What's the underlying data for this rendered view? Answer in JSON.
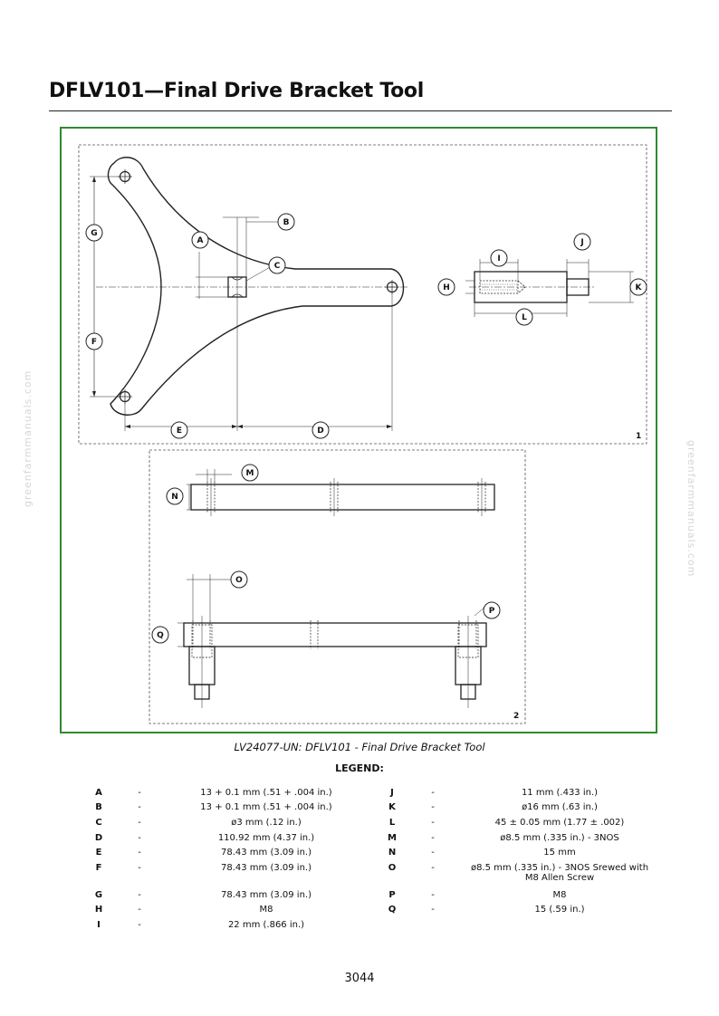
{
  "title": "DFLV101—Final Drive Bracket Tool",
  "watermark": "greenfarmmanuals.com",
  "figure": {
    "panel1_number": "1",
    "panel2_number": "2",
    "callouts": {
      "A": "A",
      "B": "B",
      "C": "C",
      "D": "D",
      "E": "E",
      "F": "F",
      "G": "G",
      "H": "H",
      "I": "I",
      "J": "J",
      "K": "K",
      "L": "L",
      "M": "M",
      "N": "N",
      "O": "O",
      "P": "P",
      "Q": "Q"
    }
  },
  "caption": "LV24077-UN: DFLV101 - Final Drive Bracket Tool",
  "legend": {
    "title": "LEGEND:",
    "dash": "-",
    "left": [
      {
        "key": "A",
        "value": "13 + 0.1 mm (.51 + .004 in.)"
      },
      {
        "key": "B",
        "value": "13 + 0.1 mm (.51 + .004 in.)"
      },
      {
        "key": "C",
        "value": "ø3 mm (.12 in.)"
      },
      {
        "key": "D",
        "value": "110.92 mm (4.37 in.)"
      },
      {
        "key": "E",
        "value": "78.43 mm (3.09 in.)"
      },
      {
        "key": "F",
        "value": "78.43 mm (3.09 in.)"
      },
      {
        "key": "G",
        "value": "78.43 mm (3.09 in.)"
      },
      {
        "key": "H",
        "value": "M8"
      },
      {
        "key": "I",
        "value": "22 mm (.866 in.)"
      }
    ],
    "right": [
      {
        "key": "J",
        "value": "11 mm (.433 in.)"
      },
      {
        "key": "K",
        "value": "ø16 mm (.63 in.)"
      },
      {
        "key": "L",
        "value": "45 ± 0.05 mm (1.77 ± .002)"
      },
      {
        "key": "M",
        "value": "ø8.5 mm (.335 in.) - 3NOS"
      },
      {
        "key": "N",
        "value": "15 mm"
      },
      {
        "key": "O",
        "value": "ø8.5 mm (.335 in.) - 3NOS Srewed with M8 Allen Screw"
      },
      {
        "key": "P",
        "value": "M8"
      },
      {
        "key": "Q",
        "value": "15 (.59 in.)"
      }
    ]
  },
  "page_number": "3044"
}
